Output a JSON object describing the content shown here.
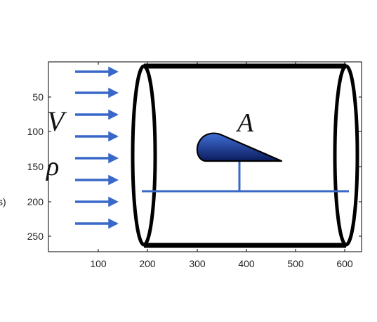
{
  "axes": {
    "x_ticks": [
      "100",
      "200",
      "300",
      "400",
      "500",
      "600"
    ],
    "y_ticks": [
      "50",
      "100",
      "150",
      "200",
      "250"
    ],
    "left_cut_label": "s)"
  },
  "diagram": {
    "velocity_symbol": "V",
    "density_symbol": "ρ",
    "airfoil_label": "A",
    "arrow_count": 8,
    "colors": {
      "arrow": "#3a68c9",
      "frame": "#000000",
      "airfoil_light": "#3f6fd6",
      "airfoil_dark": "#0c1c5e",
      "support": "#3a68c9"
    }
  }
}
